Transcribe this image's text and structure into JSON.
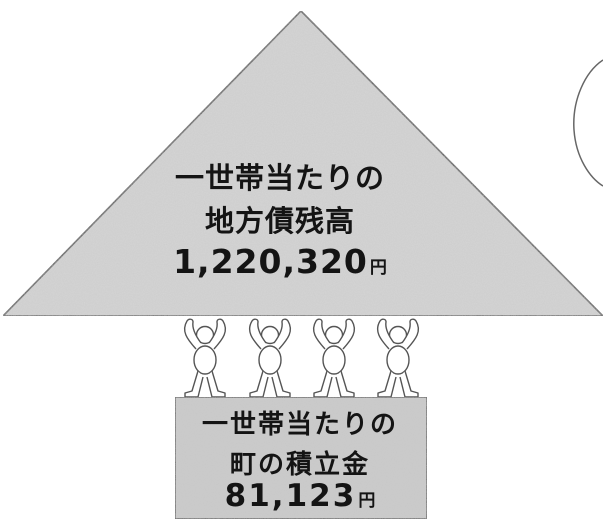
{
  "debt": {
    "line1": "一世帯当たりの",
    "line2": "地方債残高",
    "amount": "1,220,320",
    "unit": "円"
  },
  "savings": {
    "line1": "一世帯当たりの",
    "line2": "町の積立金",
    "amount": "81,123",
    "unit": "円"
  },
  "colors": {
    "fill": "#d6d6d6",
    "outline": "#555555",
    "text": "#141414"
  },
  "figures": {
    "count": 4,
    "depicts": "people holding up the triangle"
  }
}
